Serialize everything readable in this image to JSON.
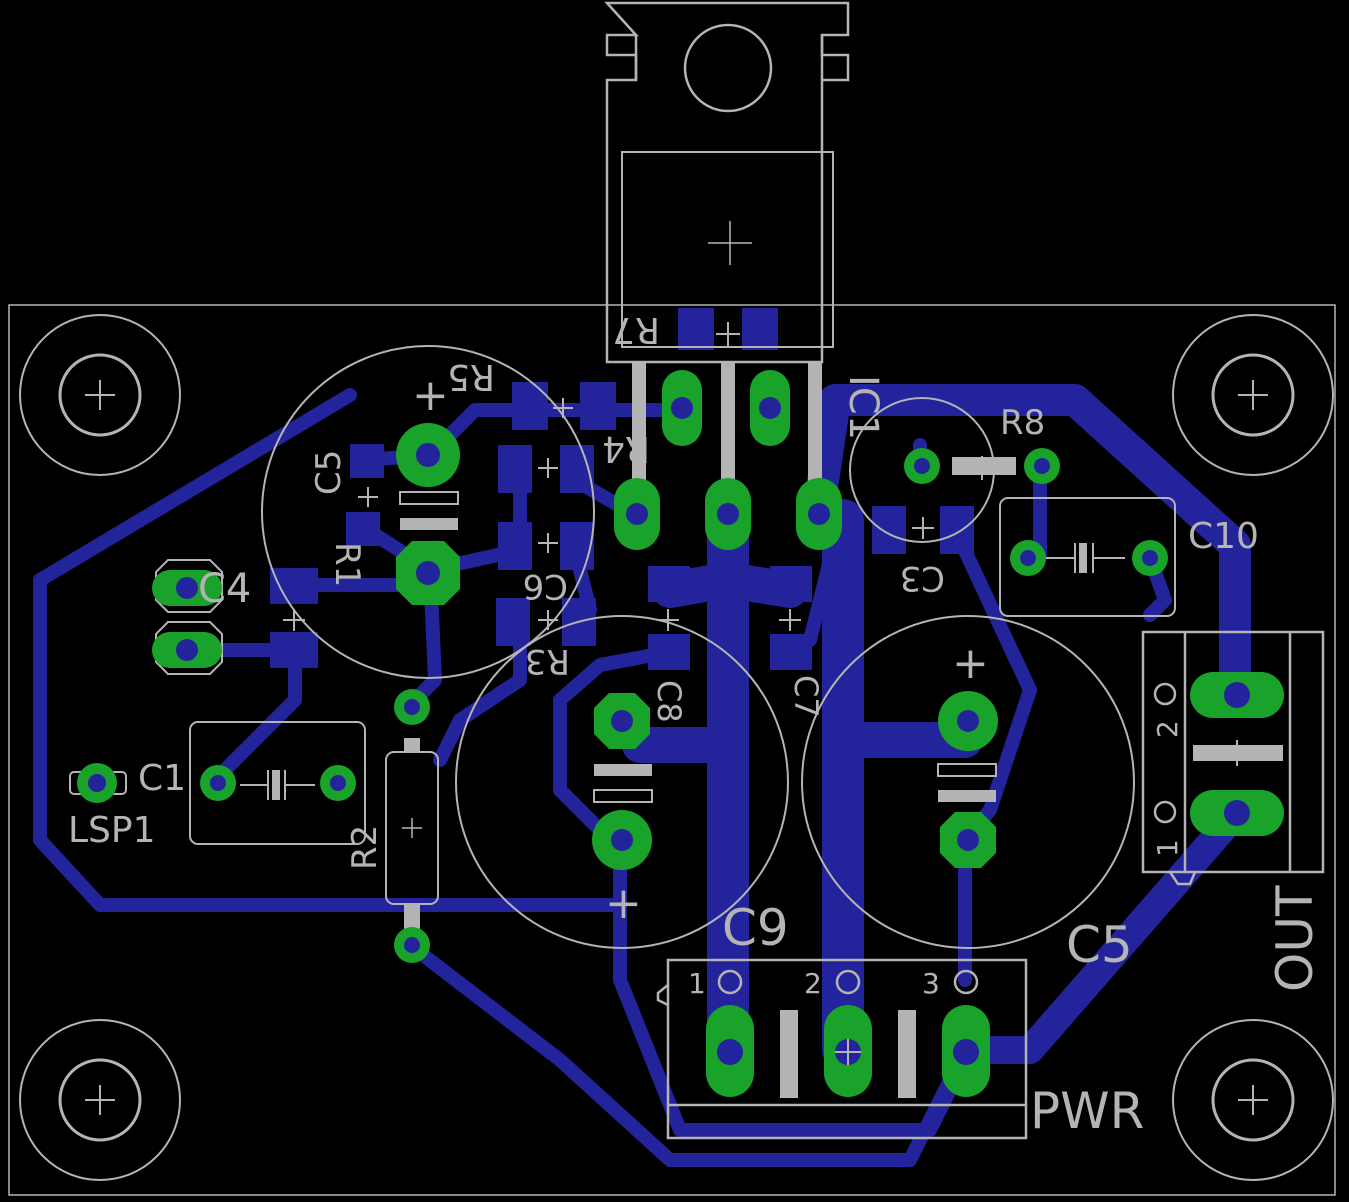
{
  "board": {
    "colors": {
      "background": "#000000",
      "silkscreen": "#b4b4b4",
      "copper_track": "#23239b",
      "pad": "#1aa32a"
    }
  },
  "labels": {
    "r7": "R7",
    "r5": "R5",
    "r4": "R4",
    "r3": "R3",
    "r1": "R1",
    "r2": "R2",
    "r8": "R8",
    "c1": "C1",
    "c3": "C3",
    "c4": "C4",
    "c5_small": "C5",
    "c5_big": "C5",
    "c6": "C6",
    "c7": "C7",
    "c8": "C8",
    "c9": "C9",
    "c10": "C10",
    "ic1": "IC1",
    "lsp1": "LSP1",
    "pwr": "PWR",
    "out": "OUT"
  },
  "pins": {
    "pwr_1": "1",
    "pwr_2": "2",
    "pwr_3": "3",
    "out_1": "1",
    "out_2": "2"
  },
  "marks": {
    "plus": "+"
  }
}
